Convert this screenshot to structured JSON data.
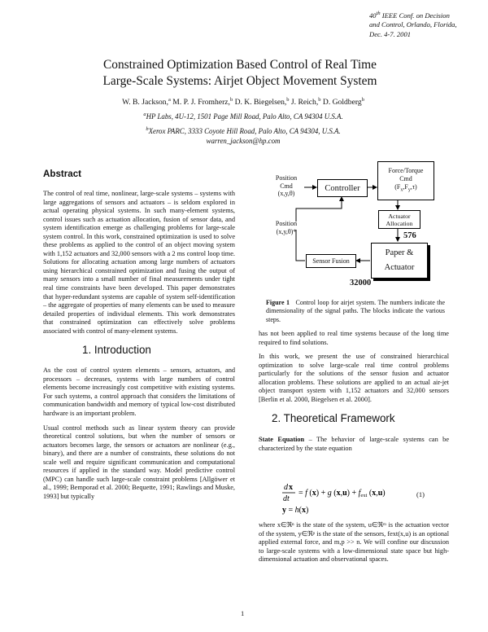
{
  "conference": {
    "line1": "40th IEEE Conf. on Decision",
    "line2": "and Control, Orlando, Florida,",
    "line3": "Dec. 4-7. 2001"
  },
  "title": {
    "line1": "Constrained Optimization Based Control of Real Time",
    "line2": "Large-Scale Systems: Airjet Object Movement System"
  },
  "authors": "W. B. Jackson,a M. P. J. Fromherz,b D. K. Biegelsen,b J. Reich,b D. Goldbergb",
  "affiliations": {
    "a": "HP Labs, 4U-12, 1501 Page Mill Road, Palo Alto, CA 94304 U.S.A.",
    "b": "Xerox PARC, 3333 Coyote Hill Road, Palo Alto, CA 94304, U.S.A.",
    "email": "warren_jackson@hp.com"
  },
  "abstract": {
    "heading": "Abstract",
    "text": "The control of real time, nonlinear, large-scale systems – systems with large aggregations of sensors and actuators – is seldom explored in actual operating physical systems. In such many-element systems, control issues such as actuation allocation, fusion of sensor data, and system identification emerge as challenging problems for large-scale system control. In this work, constrained optimization is used to solve these problems as applied to the control of an object moving system with 1,152 actuators and 32,000 sensors with a 2 ms control loop time. Solutions for allocating actuation among large numbers of actuators using hierarchical constrained optimization and fusing the output of many sensors into a small number of final measurements under tight real time constraints have been developed. This paper demonstrates that hyper-redundant systems are capable of system self-identification – the aggregate of properties of many elements can be used to measure detailed properties of individual elements. This work demonstrates that constrained optimization can effectively solve problems associated with control of many-element systems."
  },
  "intro": {
    "heading": "1.  Introduction",
    "p1": "As the cost of control system elements – sensors, actuators, and processors – decreases, systems with large numbers of control elements become increasingly cost competitive with existing systems. For such systems, a control approach that considers the limitations of communication bandwidth and memory of typical low-cost distributed hardware is an important problem.",
    "p2": "Usual control methods such as linear system theory can provide theoretical control solutions, but when the number of sensors or actuators becomes large, the sensors or actuators are nonlinear (e.g., binary), and there are a number of constraints, these solutions do not scale well and require significant communication and computational resources if applied in the standard way. Model predictive control (MPC) can handle such large-scale constraint problems [Allgöwer et al., 1999; Bemporad et al. 2000; Bequette, 1991; Rawlings and Muske, 1993] but typically"
  },
  "figure": {
    "labels": {
      "position_cmd": "Position",
      "cmd": "Cmd",
      "xyth": "(x,y,θ)",
      "position_meas": "Position",
      "xyth_star": "(x,y,θ)*",
      "controller": "Controller",
      "force_torque": "Force/Torque",
      "force_cmd": "Cmd",
      "force_vec": "(Fx,Fy,τ)",
      "actuator_alloc1": "Actuator",
      "actuator_alloc2": "Allocation",
      "n576": "576",
      "paper": "Paper &",
      "actuator": "Actuator",
      "sensor_fusion": "Sensor Fusion",
      "n32000": "32000"
    },
    "caption_label": "Figure 1",
    "caption": "Control loop for airjet system. The numbers indicate the dimensionality of the signal paths. The blocks indicate the various steps."
  },
  "right": {
    "p0": "has not been applied to real time systems because of the long time required to find solutions.",
    "p1": "In this work, we present the use of constrained hierarchical optimization to solve large-scale real time control problems particularly for the solutions of the sensor fusion and actuator allocation problems. These solutions are applied to an actual air-jet object transport system with 1,152 actuators and 32,000 sensors [Berlin et al. 2000, Biegelsen et al. 2000].",
    "heading": "2.  Theoretical Framework",
    "state_label": "State Equation",
    "state_text": " – The behavior of large-scale systems can be characterized by the state equation",
    "eq_number": "(1)",
    "after_eq": "where x∈ℜⁿ is the state of the system, u∈ℜᵐ is the actuation vector of the system, y∈ℜᵖ is the state of the sensors, fext(x,u) is an optional applied external force, and m,p >> n. We will confine our discussion to large-scale systems with a low-dimensional state space but high-dimensional actuation and observational spaces."
  },
  "page_number": "1"
}
